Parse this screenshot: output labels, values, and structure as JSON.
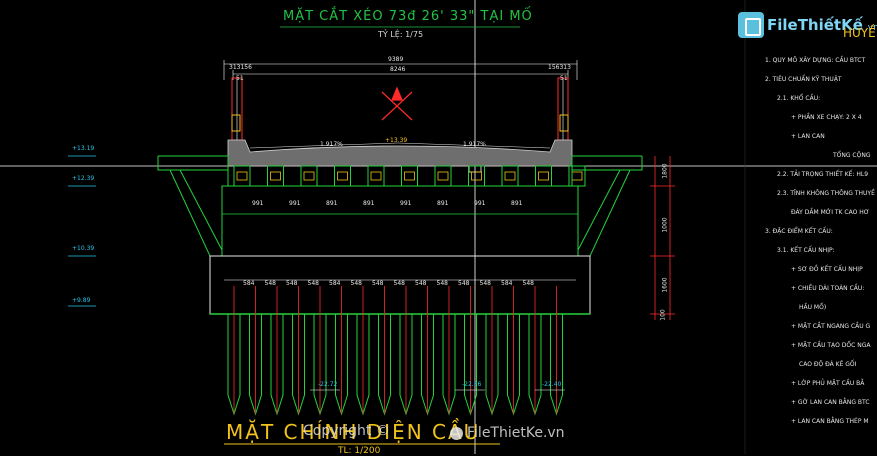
{
  "drawing": {
    "title": "MẶT CẮT XÉO 73đ 26' 33\" TẠI MỐ",
    "scale": "TỶ LỆ: 1/75",
    "bottom_title": "MẶT CHÍNH DIỆN CẦU",
    "bottom_scale": "TL: 1/200",
    "overall_width": "9389",
    "inner_width": "8246",
    "left_rail_dim": "313156",
    "right_rail_dim": "156313",
    "rail_small_left": "51",
    "rail_small_right": "51",
    "slope_left": "1.917%",
    "slope_right": "1.917%",
    "crown_level": "+13.39",
    "pile_tip_levels": [
      "-22.72",
      "-22.56",
      "-22.40"
    ]
  },
  "elevations": [
    "+13.19",
    "+12.39",
    "+10.39",
    "+9.89"
  ],
  "beam_spacing": [
    "991",
    "991",
    "891",
    "891",
    "991",
    "891",
    "991",
    "891"
  ],
  "pile_spacing": [
    "584",
    "548",
    "548",
    "548",
    "584",
    "548",
    "548",
    "548",
    "548",
    "548",
    "548",
    "548",
    "584",
    "548"
  ],
  "vertical_dims": [
    "1800",
    "1000",
    "1600",
    "100"
  ],
  "right_panel": {
    "heading": "HUYỀ",
    "notes": [
      "1. QUY MÔ XÂY DỰNG: CẦU BTCT",
      "2. TIÊU CHUẨN KỸ THUẬT",
      "2.1. KHỔ CẦU:",
      "+ PHẦN XE CHẠY: 2 X 4",
      "+ LAN CAN",
      "TỔNG CỘNG",
      "2.2. TẢI TRỌNG THIẾT KẾ: HL9",
      "2.3. TĨNH KHÔNG THÔNG THUYỀ",
      "ĐÁY DẦM MỚI TK CAO HƠ",
      "3. ĐẶC ĐIỂM KẾT CẤU:",
      "3.1. KẾT CẤU NHỊP:",
      "+ SƠ ĐỒ KẾT CẤU NHỊP",
      "+ CHIỀU DÀI TOÀN CẦU:",
      "HẦU MỐ)",
      "+ MẶT CẮT NGANG CẦU G",
      "+ MẶT CẦU TẠO DỐC NGA",
      "CAO ĐỘ ĐÁ KÊ GỐI",
      "+ LỚP PHỦ MẶT CẦU BẰ",
      "+ GỜ LAN CAN BẰNG BTC",
      "+ LAN CAN BẰNG THÉP M"
    ]
  },
  "brand": {
    "logo_text": "FileThiếtKế",
    "logo_suffix": ".vn"
  },
  "watermark": {
    "copyright": "Copyright ©",
    "site": "FileThietKe.vn"
  },
  "colors": {
    "green": "#22d33a",
    "yellow": "#f1c21b",
    "red": "#ff2b2b",
    "cyan": "#28c6e8",
    "white": "#e8e8e8"
  }
}
